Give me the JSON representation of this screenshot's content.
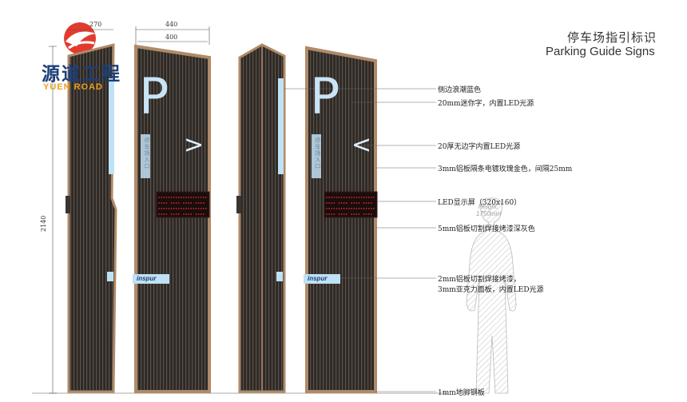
{
  "header": {
    "title_cn": "停车场指引标识",
    "title_en": "Parking Guide Signs"
  },
  "logo": {
    "name_cn": "源道工程",
    "name_en": "YUEN ROAD"
  },
  "dimensions": {
    "top_270": "270",
    "top_440": "440",
    "top_400": "400",
    "height_2140": "2140"
  },
  "sign": {
    "p_letter": "P",
    "arrow_right": ">",
    "arrow_left": "<",
    "brand": "inspur",
    "vertical_text": "停车场入口"
  },
  "human": {
    "height_label": "Height:",
    "height_value": "1750mm"
  },
  "annotations": [
    "侧边浪潮蓝色",
    "20mm迷你字，内置LED光源",
    "20厚无边字内置LED光源",
    "3mm铝板隔条电镀玫瑰金色，间隔25mm",
    "LED显示屏（320x160）",
    "5mm铝板切割焊接烤漆深灰色",
    "2mm铝板切割焊接烤漆，",
    "3mm亚克力面板，内置LED光源",
    "1mm地脚钢板"
  ],
  "colors": {
    "panel": "#2f2a26",
    "slat": "#4a4440",
    "frame": "#b08a68",
    "accent_blue": "#bfe1f5",
    "led_red": "#e02a2a"
  }
}
